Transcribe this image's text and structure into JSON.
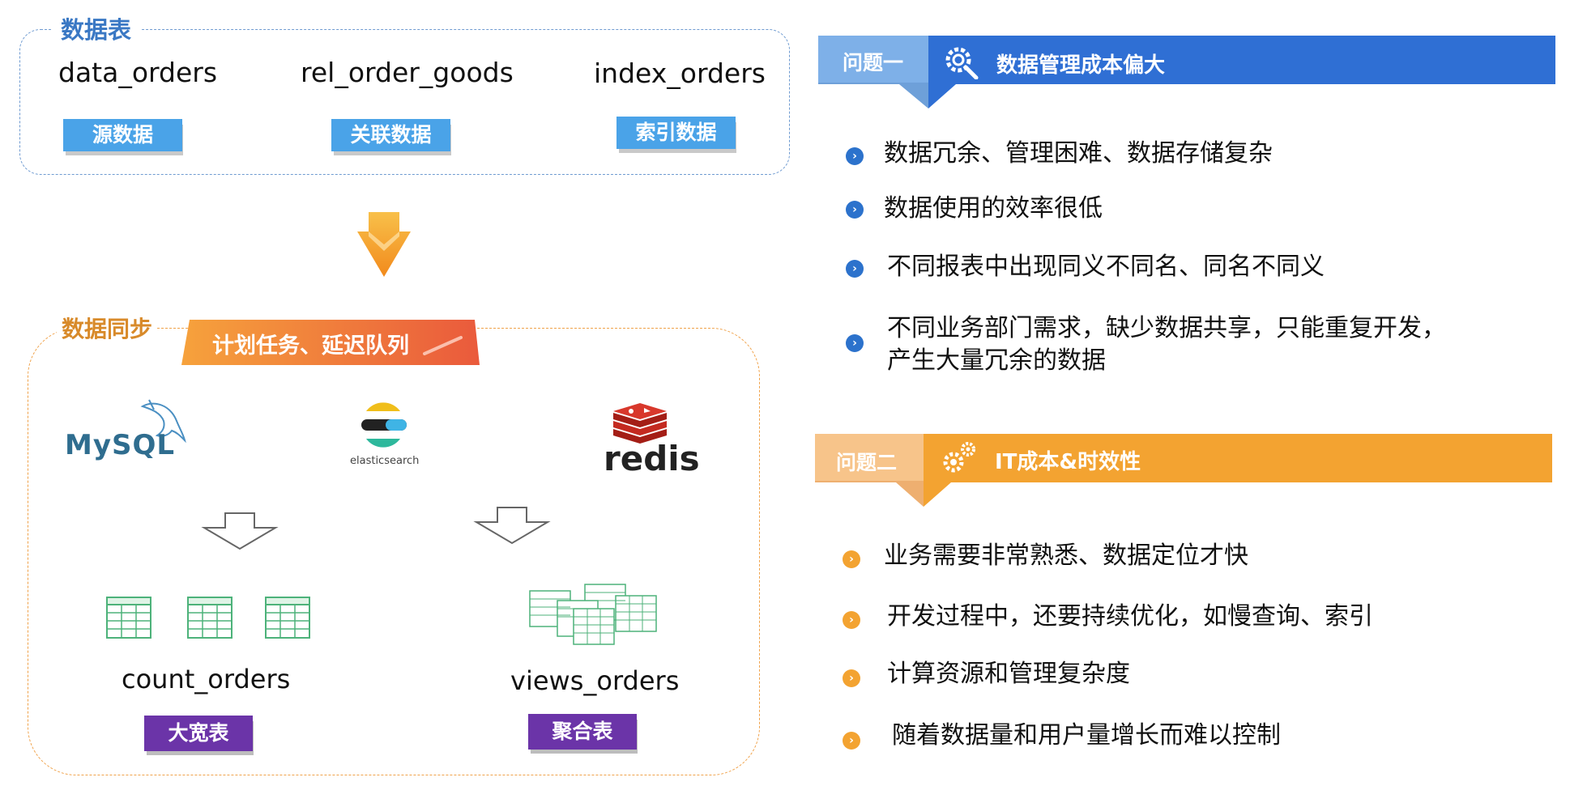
{
  "tables_section": {
    "title": "数据表",
    "tables": [
      {
        "name": "data_orders",
        "tag": "源数据"
      },
      {
        "name": "rel_order_goods",
        "tag": "关联数据"
      },
      {
        "name": "index_orders",
        "tag": "索引数据"
      }
    ]
  },
  "sync_section": {
    "title": "数据同步",
    "banner": "计划任务、延迟队列",
    "logos": {
      "mysql": "MySQL",
      "elasticsearch": "elasticsearch",
      "redis": "redis"
    },
    "outputs": [
      {
        "name": "count_orders",
        "tag": "大宽表"
      },
      {
        "name": "views_orders",
        "tag": "聚合表"
      }
    ]
  },
  "problems": [
    {
      "label": "问题一",
      "title": "数据管理成本偏大",
      "icon": "gear-search-icon",
      "color": "#2f6fd4",
      "bullets": [
        "数据冗余、管理困难、数据存储复杂",
        "数据使用的效率很低",
        "不同报表中出现同义不同名、同名不同义",
        "不同业务部门需求，缺少数据共享，只能重复开发，",
        "产生大量冗余的数据"
      ]
    },
    {
      "label": "问题二",
      "title": "IT成本&时效性",
      "icon": "gears-icon",
      "color": "#f3a331",
      "bullets": [
        "业务需要非常熟悉、数据定位才快",
        "开发过程中，还要持续优化，如慢查询、索引",
        "计算资源和管理复杂度",
        "随着数据量和用户量增长而难以控制"
      ]
    }
  ]
}
